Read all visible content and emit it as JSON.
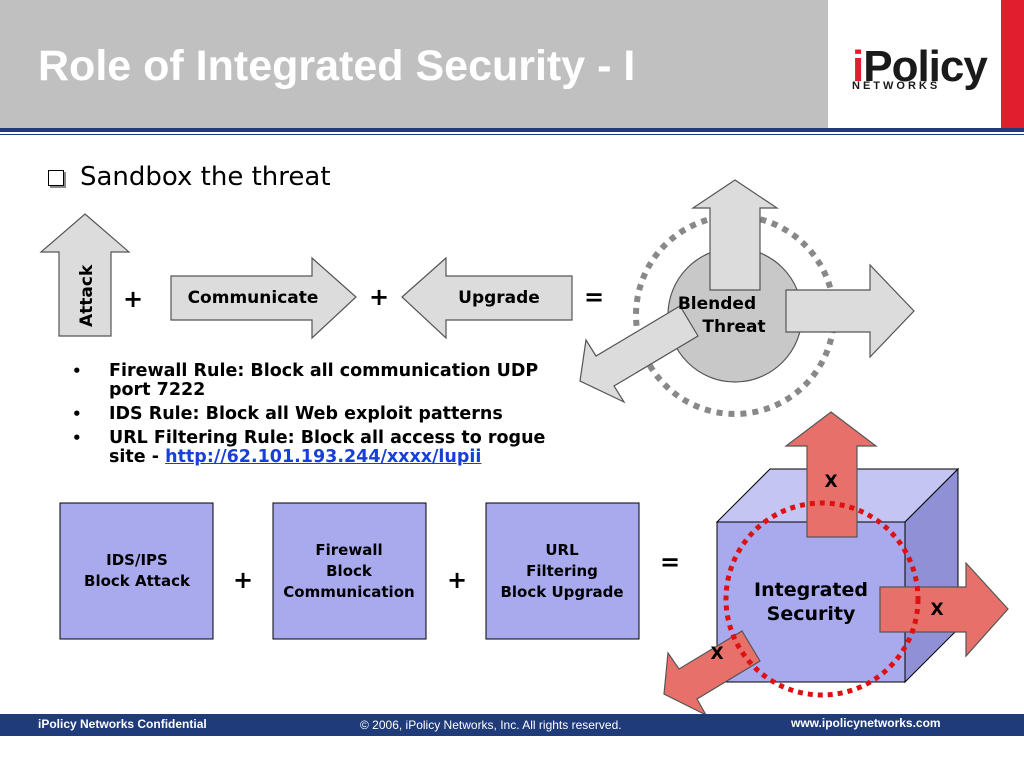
{
  "header": {
    "title": "Role of Integrated Security - I"
  },
  "logo": {
    "main_prefix": "i",
    "main_rest": "Policy",
    "sub": "NETWORKS"
  },
  "main_bullet": "Sandbox the threat",
  "diagram_top": {
    "attack": "Attack",
    "communicate": "Communicate",
    "upgrade": "Upgrade",
    "blended_line1": "Blended",
    "blended_line2": "Threat",
    "plus": "+",
    "equals": "="
  },
  "rules": [
    {
      "text": "Firewall Rule: Block all communication UDP port 7222"
    },
    {
      "text": "IDS Rule: Block all Web exploit patterns"
    },
    {
      "text": "URL Filtering Rule: Block all access to rogue site - ",
      "link": "http://62.101.193.244/xxxx/lupii"
    }
  ],
  "diagram_bottom": {
    "box1": [
      "IDS/IPS",
      "Block Attack"
    ],
    "box2": [
      "Firewall",
      "Block",
      "Communication"
    ],
    "box3": [
      "URL",
      "Filtering",
      "Block Upgrade"
    ],
    "cube_line1": "Integrated",
    "cube_line2": "Security",
    "x_mark": "X",
    "plus": "+",
    "equals": "="
  },
  "footer": {
    "left": "iPolicy Networks Confidential",
    "center": "© 2006, iPolicy Networks, Inc. All rights reserved.",
    "right": "www.ipolicynetworks.com"
  },
  "colors": {
    "header_bg": "#c0c0c0",
    "brand_red": "#e01e2e",
    "navy": "#1f3b7a",
    "arrow_fill": "#dcdcdc",
    "box_fill": "#a9aaee",
    "red_arrow": "#e8706a"
  }
}
